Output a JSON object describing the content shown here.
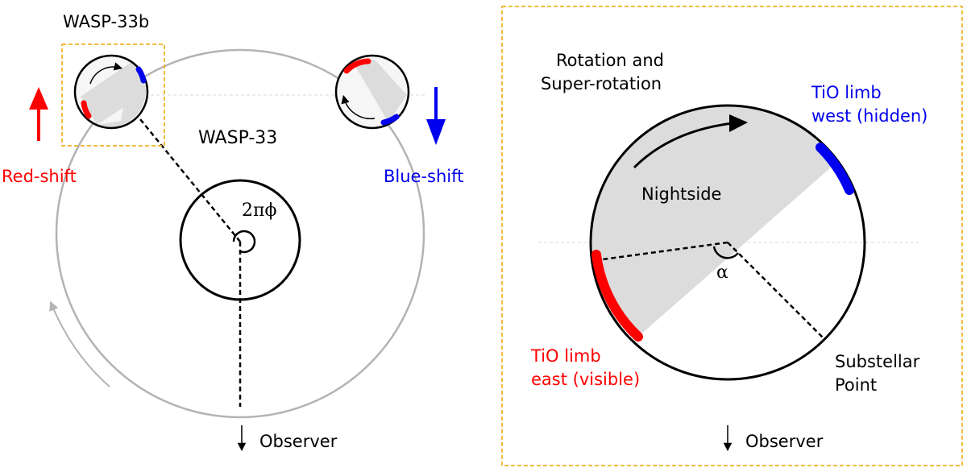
{
  "left_panel": {
    "planet_label": "WASP-33b",
    "star_label": "WASP-33",
    "red_shift_label": "Red-shift",
    "blue_shift_label": "Blue-shift",
    "phase_label": "2πϕ",
    "observer_label": "Observer"
  },
  "right_panel": {
    "rotation_label_line1": "Rotation and",
    "rotation_label_line2": "Super-rotation",
    "nightside_label": "Nightside",
    "limb_west_line1": "TiO limb",
    "limb_west_line2": "west (hidden)",
    "limb_east_line1": "TiO limb",
    "limb_east_line2": "east (visible)",
    "substellar_line1": "Substellar",
    "substellar_line2": "Point",
    "angle_label": "α",
    "observer_label": "Observer"
  },
  "colors": {
    "red": "#ff0000",
    "blue": "#0000ee",
    "orbit_gray": "#b3b3b3",
    "nightside_gray": "#dcdcdc",
    "inset_border": "#f0b429"
  }
}
